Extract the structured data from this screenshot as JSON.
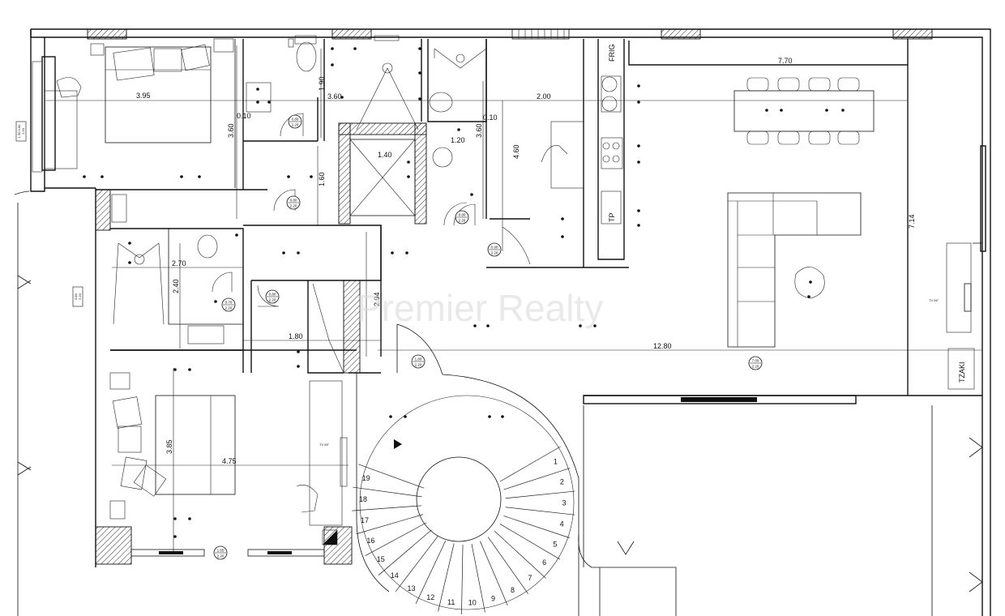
{
  "watermark": "Premier Realty",
  "dimensions": {
    "d_395": "3.95",
    "d_360a": "3.60",
    "d_190": "1.90",
    "d_010a": "0.10",
    "d_360b": "3.60",
    "d_200": "2.00",
    "d_010b": "0.10",
    "d_770": "7.70",
    "d_140": "1.40",
    "d_120": "1.20",
    "d_360c": "3.60",
    "d_460": "4.60",
    "d_160": "1.60",
    "d_270": "2.70",
    "d_240": "2.40",
    "d_294": "2.94",
    "d_180": "1.80",
    "d_714": "7.14",
    "d_1280": "12.80",
    "d_385": "3.85",
    "d_475": "4.75"
  },
  "appliances": {
    "frig": "FRIG",
    "tp": "TP",
    "tzaki": "TZAKI",
    "tv1": "TV 55\"",
    "tv2": "TV 55\""
  },
  "door_tags": [
    {
      "id": "t1",
      "top": "0.80",
      "bot": "2.20"
    },
    {
      "id": "t2",
      "top": "0.80",
      "bot": "2.20"
    },
    {
      "id": "t3",
      "top": "0.80",
      "bot": "2.20"
    },
    {
      "id": "t4",
      "top": "0.90",
      "bot": "2.20"
    },
    {
      "id": "t5",
      "top": "0.80",
      "bot": "2.20"
    },
    {
      "id": "t6",
      "top": "0.70",
      "bot": "2.20"
    },
    {
      "id": "t7",
      "top": "1.80",
      "bot": "2.20"
    },
    {
      "id": "t8",
      "top": "7.00",
      "bot": "2.20"
    },
    {
      "id": "t9",
      "top": "1.65",
      "bot": "2.20"
    }
  ],
  "side_tags": [
    {
      "id": "s1",
      "top": "1.50 0.80",
      "bot": "2.20"
    },
    {
      "id": "s2",
      "top": "0.80",
      "bot": "2.20"
    }
  ],
  "stair_steps": [
    "1",
    "2",
    "3",
    "4",
    "5",
    "6",
    "7",
    "8",
    "9",
    "10",
    "11",
    "12",
    "13",
    "14",
    "15",
    "16",
    "17",
    "18",
    "19"
  ]
}
